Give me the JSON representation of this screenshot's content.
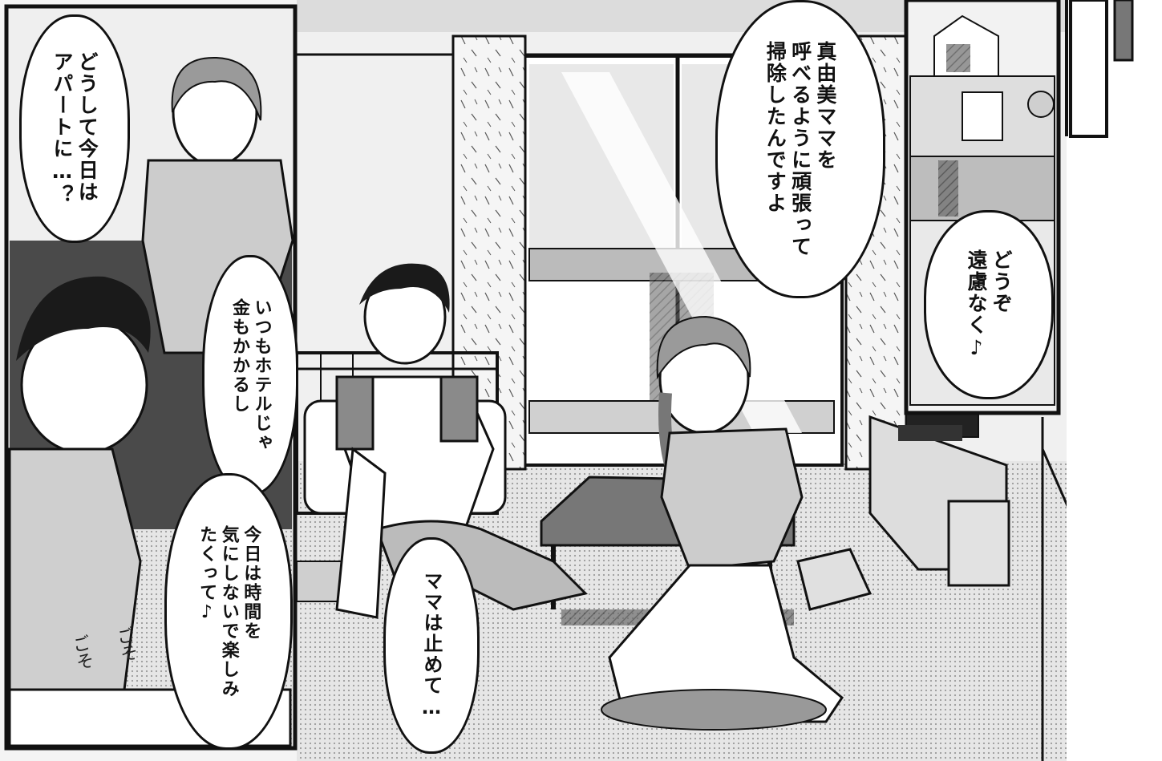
{
  "colors": {
    "ink": "#111111",
    "paper": "#ffffff",
    "screentone": "#cfcfcf",
    "floor": "#dadada",
    "dark_tone": "#555555"
  },
  "bubbles": {
    "left_top": "どうして今日は\nアパートに…？",
    "left_middle": "いつもホテルじゃ\n金もかかるし",
    "left_bottom": "今日は時間を\n気にしないで楽しみ\nたくって♪",
    "top_center": "真由美ママを\n呼べるように頑張って\n掃除したんですよ",
    "bottom_center": "ママは止めて…",
    "right": "どうぞ\n遠慮なく♪"
  },
  "sfx": {
    "rustle_1": "ごそ",
    "rustle_2": "ごそ"
  }
}
